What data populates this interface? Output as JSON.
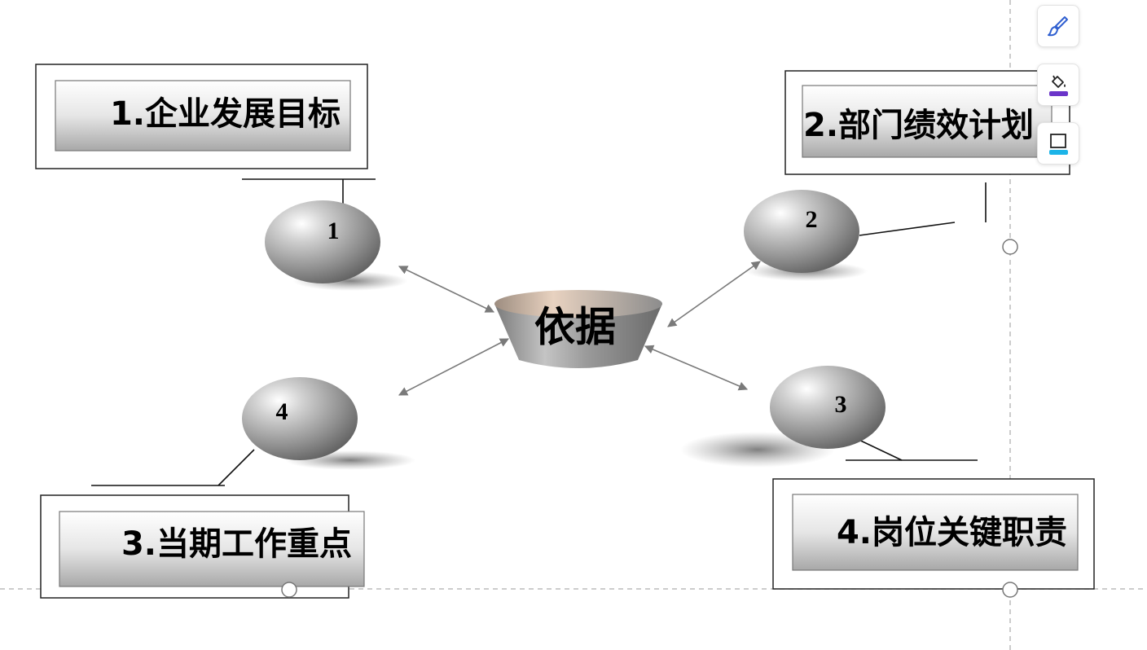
{
  "center": {
    "label": "依据"
  },
  "nodes": [
    {
      "id": "1",
      "number": "1",
      "label": "1.企业发展目标"
    },
    {
      "id": "2",
      "number": "2",
      "label": "2.部门绩效计划"
    },
    {
      "id": "3",
      "number": "3",
      "label": "3.当期工作重点"
    },
    {
      "id": "4",
      "number": "4",
      "label": "4.岗位关键职责"
    }
  ],
  "toolbar": {
    "items": [
      {
        "name": "brush-icon",
        "accent": "#2f5fd0"
      },
      {
        "name": "paint-bucket-icon",
        "accent": "#6b35c9"
      },
      {
        "name": "border-frame-icon",
        "accent": "#1cb4e8"
      }
    ]
  },
  "colors": {
    "frame": "#222222",
    "arrow": "#7a7a7a",
    "guide": "#bbbbbb"
  }
}
